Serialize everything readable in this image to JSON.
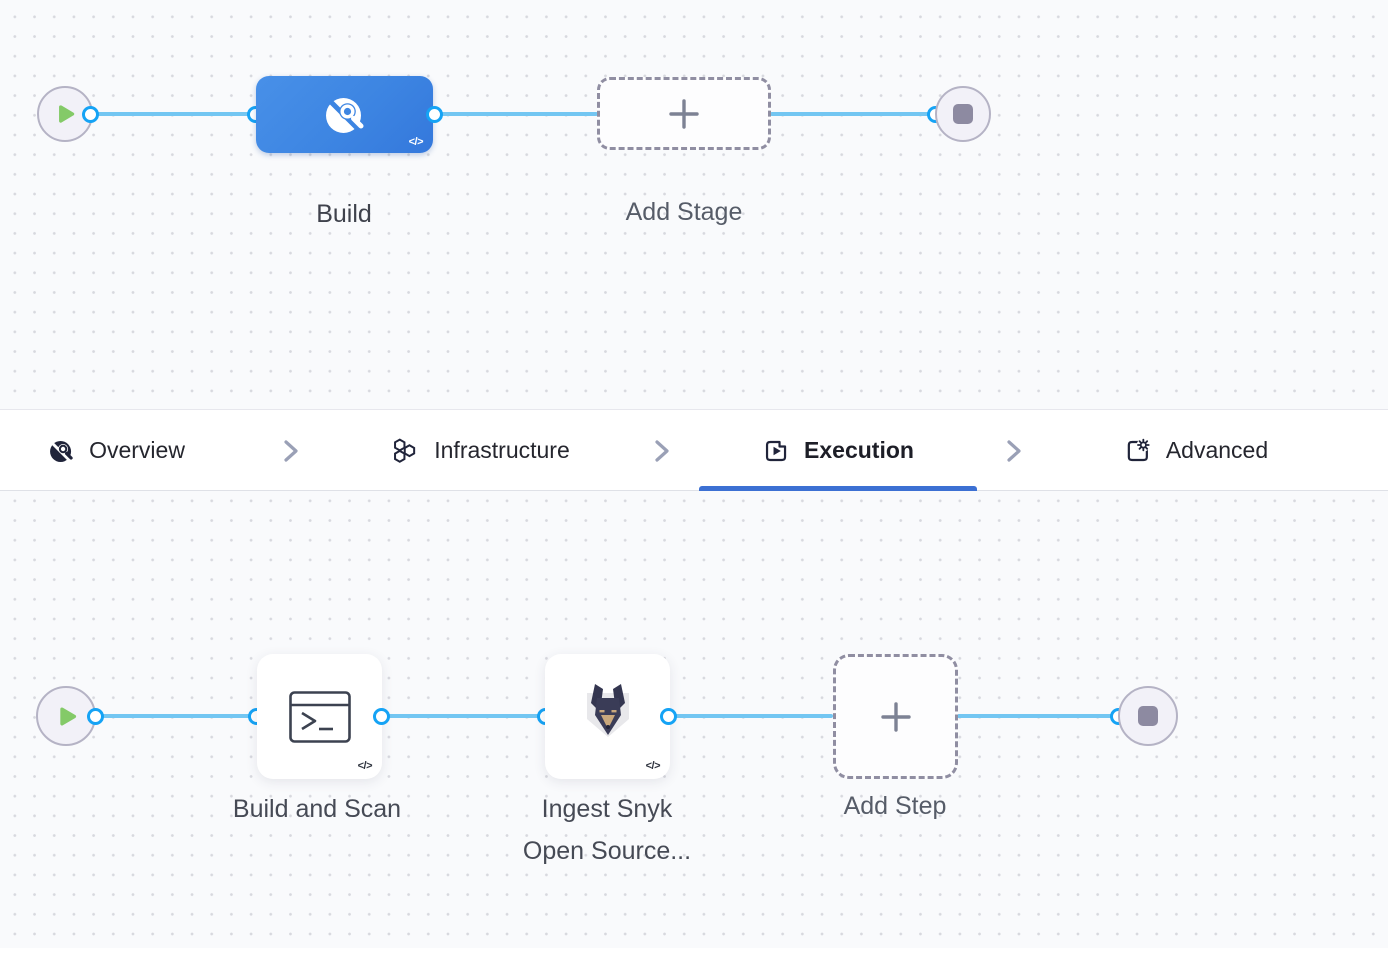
{
  "app": {
    "description": "CI pipeline stage editor with execution steps"
  },
  "colors": {
    "node_blue": "#3d85e2",
    "edge_blue": "#73c6f2",
    "connector_blue": "#15a3f5",
    "tab_underline_blue": "#3c70d3",
    "play_green": "#84ca68",
    "stop_gray": "#8d8aa1",
    "canvas_bg": "#f9fafc"
  },
  "badges": {
    "code": "</>"
  },
  "stage_canvas": {
    "start": {
      "icon": "play-icon"
    },
    "end": {
      "icon": "stop-icon"
    },
    "nodes": [
      {
        "id": "build",
        "label": "Build",
        "type": "stage",
        "icon": "ci-build-icon"
      },
      {
        "id": "add-stage",
        "label": "Add Stage",
        "type": "add-button",
        "icon": "plus-icon"
      }
    ]
  },
  "tabbar": {
    "tabs": [
      {
        "label": "Overview",
        "icon": "ci-overview-icon",
        "active": false
      },
      {
        "label": "Infrastructure",
        "icon": "infrastructure-hexagons-icon",
        "active": false
      },
      {
        "label": "Execution",
        "icon": "execution-play-icon",
        "active": true
      },
      {
        "label": "Advanced",
        "icon": "advanced-gear-icon",
        "active": false
      }
    ]
  },
  "execution_canvas": {
    "start": {
      "icon": "play-icon"
    },
    "end": {
      "icon": "stop-icon"
    },
    "steps": [
      {
        "id": "build-and-scan",
        "label": "Build and Scan",
        "type": "step",
        "icon": "terminal-icon"
      },
      {
        "id": "ingest-snyk",
        "label": "Ingest Snyk Open Source...",
        "type": "step",
        "icon": "snyk-doberman-icon"
      },
      {
        "id": "add-step",
        "label": "Add Step",
        "type": "add-button",
        "icon": "plus-icon"
      }
    ]
  }
}
